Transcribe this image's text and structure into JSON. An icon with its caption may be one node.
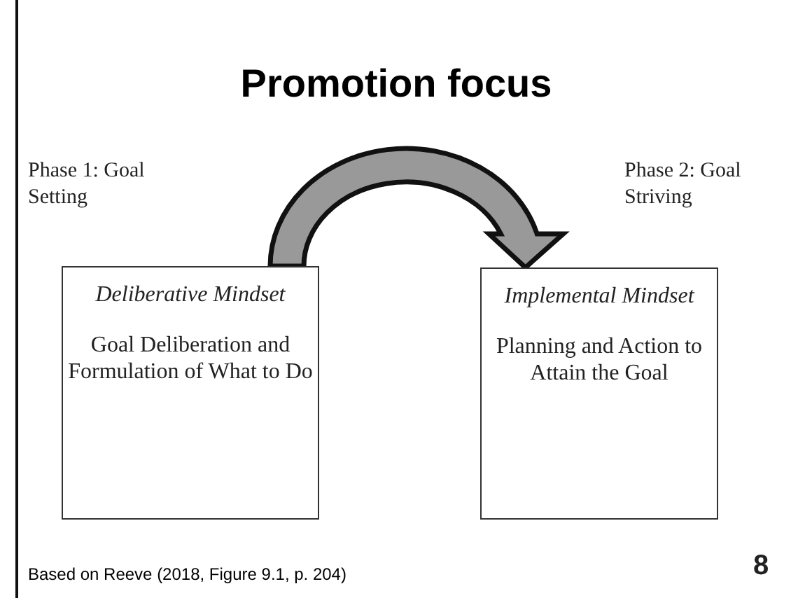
{
  "diagram": {
    "title": "Promotion focus",
    "nodes": [
      {
        "text": [
          "Deliberative Mindset",
          "Goal Deliberation and Formulation of What to Do"
        ]
      },
      {
        "text": [
          "Implemental Mindset",
          "Planning and Action to Attain the Goal"
        ]
      }
    ],
    "edges": [
      {
        "from": 0,
        "to": 1,
        "arrow": "to",
        "style": "thick"
      }
    ],
    "labels": [
      "Phase 1: Goal Setting",
      "Phase 2: Goal Striving",
      "8"
    ],
    "caption": "Based on Reeve (2018, Figure 9.1, p. 204)"
  }
}
